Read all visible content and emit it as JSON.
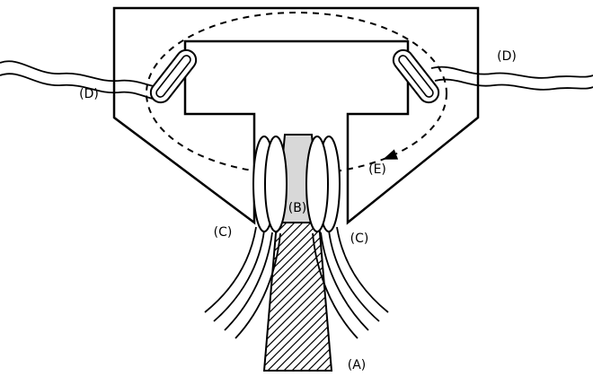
{
  "diagram": {
    "type": "technical-schematic",
    "description_visible_text_only": true,
    "labels": {
      "a": {
        "text": "(A)"
      },
      "b": {
        "text": "(B)"
      },
      "c_left": {
        "text": "(C)"
      },
      "c_right": {
        "text": "(C)"
      },
      "d_left": {
        "text": "(D)"
      },
      "d_right": {
        "text": "(D)"
      },
      "e": {
        "text": "(E)"
      }
    },
    "colors": {
      "line": "#000000",
      "cone_tip_fill": "#d8d8d8",
      "background": "#ffffff"
    }
  }
}
